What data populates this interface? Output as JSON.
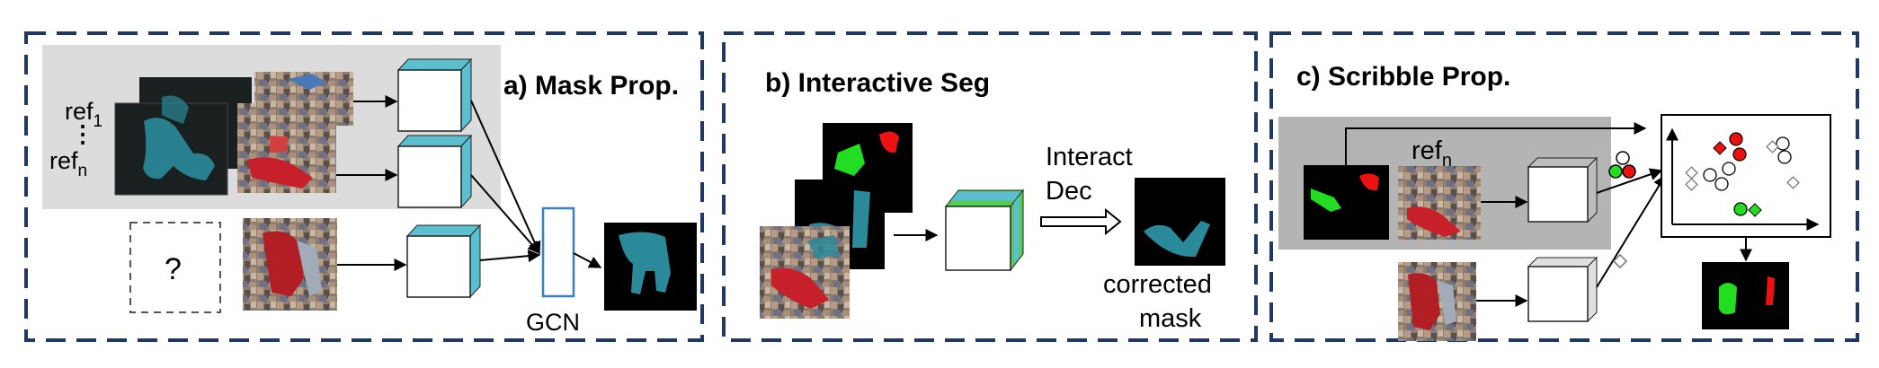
{
  "panels": {
    "a": {
      "title": "a) Mask Prop.",
      "ref_first": "ref",
      "ref_first_sub": "1",
      "ref_last": "ref",
      "ref_last_sub": "n",
      "query": "?",
      "gcn": "GCN"
    },
    "b": {
      "title": "b) Interactive Seg",
      "dec_line1": "Interact",
      "dec_line2": "Dec",
      "out_line1": "corrected",
      "out_line2": "mask"
    },
    "c": {
      "title": "c) Scribble Prop.",
      "ref": "ref",
      "ref_sub": "n"
    }
  },
  "colors": {
    "frame": "#1f3864",
    "mask_teal": "#2a8a9a",
    "scribble_green": "#22dd22",
    "scribble_red": "#ee1111",
    "cube_side": "#5bbfcf",
    "cube_side_green": "#55cc55",
    "gray_panel": "#dcdcdc",
    "gray_panel_c": "#b4b4b4",
    "gcn_border": "#3d7ec8"
  },
  "icons": [
    "video-frame-thumbnail",
    "feature-cube",
    "mask-thumbnail",
    "scribble-thumbnail",
    "embedding-plot"
  ]
}
